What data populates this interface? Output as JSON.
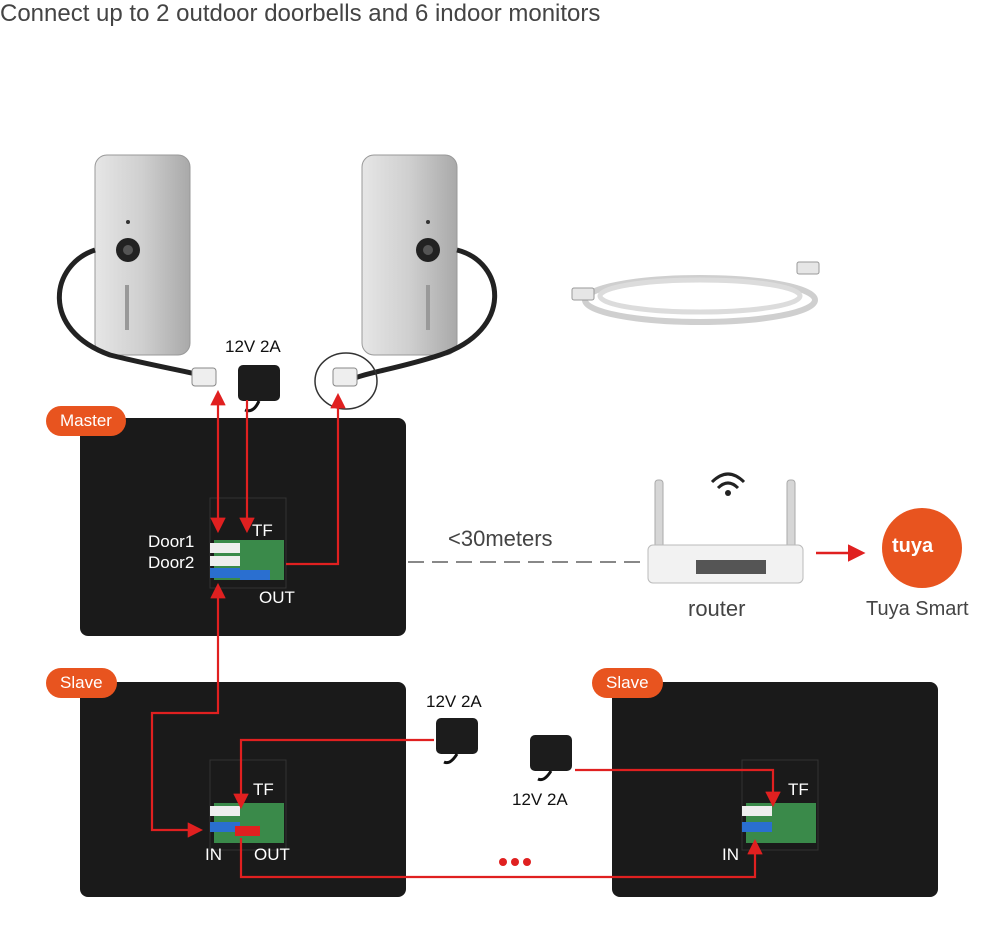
{
  "heading": "Connect up to 2 outdoor doorbells and 6 indoor monitors",
  "roles": {
    "master": "Master",
    "slave_left": "Slave",
    "slave_right": "Slave"
  },
  "power": {
    "top": "12V 2A",
    "middle_left": "12V 2A",
    "middle_right": "12V 2A"
  },
  "master_ports": {
    "door1": "Door1",
    "door2": "Door2",
    "tf": "TF",
    "out": "OUT"
  },
  "slave_left_ports": {
    "tf": "TF",
    "in": "IN",
    "out": "OUT"
  },
  "slave_right_ports": {
    "tf": "TF",
    "in": "IN"
  },
  "distance": "<30meters",
  "router": "router",
  "tuya": {
    "logo": "tuya",
    "label": "Tuya Smart"
  },
  "colors": {
    "accent": "#e8541f",
    "wire": "#e02020",
    "monitor": "#1a1a1a",
    "doorbell": "#c8c8c8",
    "tuya_red": "#e8541f"
  }
}
